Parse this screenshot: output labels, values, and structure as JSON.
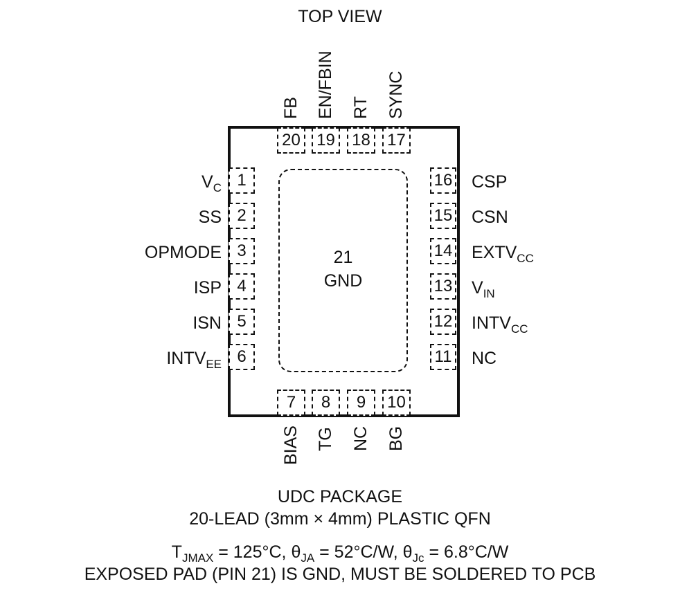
{
  "title": "TOP VIEW",
  "exposed_pad": {
    "number": "21",
    "name": "GND"
  },
  "pins": {
    "left": [
      {
        "num": "1",
        "label": "V",
        "sub": "C"
      },
      {
        "num": "2",
        "label": "SS",
        "sub": ""
      },
      {
        "num": "3",
        "label": "OPMODE",
        "sub": ""
      },
      {
        "num": "4",
        "label": "ISP",
        "sub": ""
      },
      {
        "num": "5",
        "label": "ISN",
        "sub": ""
      },
      {
        "num": "6",
        "label": "INTV",
        "sub": "EE"
      }
    ],
    "right": [
      {
        "num": "16",
        "label": "CSP",
        "sub": ""
      },
      {
        "num": "15",
        "label": "CSN",
        "sub": ""
      },
      {
        "num": "14",
        "label": "EXTV",
        "sub": "CC"
      },
      {
        "num": "13",
        "label": "V",
        "sub": "IN"
      },
      {
        "num": "12",
        "label": "INTV",
        "sub": "CC"
      },
      {
        "num": "11",
        "label": "NC",
        "sub": ""
      }
    ],
    "top": [
      {
        "num": "20",
        "label": "FB"
      },
      {
        "num": "19",
        "label": "EN/FBIN"
      },
      {
        "num": "18",
        "label": "RT"
      },
      {
        "num": "17",
        "label": "SYNC"
      }
    ],
    "bottom": [
      {
        "num": "7",
        "label": "BIAS"
      },
      {
        "num": "8",
        "label": "TG"
      },
      {
        "num": "9",
        "label": "NC"
      },
      {
        "num": "10",
        "label": "BG"
      }
    ]
  },
  "footer": {
    "line1": "UDC PACKAGE",
    "line2": "20-LEAD (3mm × 4mm) PLASTIC QFN",
    "thermal": {
      "t_sym": "T",
      "t_sub": "JMAX",
      "t_val": " = 125°C, ",
      "ja_sym": "θ",
      "ja_sub": "JA",
      "ja_val": " = 52°C/W, ",
      "jc_sym": "θ",
      "jc_sub": "Jc",
      "jc_val": " = 6.8°C/W"
    },
    "line4": "EXPOSED PAD (PIN 21) IS GND, MUST BE SOLDERED TO PCB"
  }
}
